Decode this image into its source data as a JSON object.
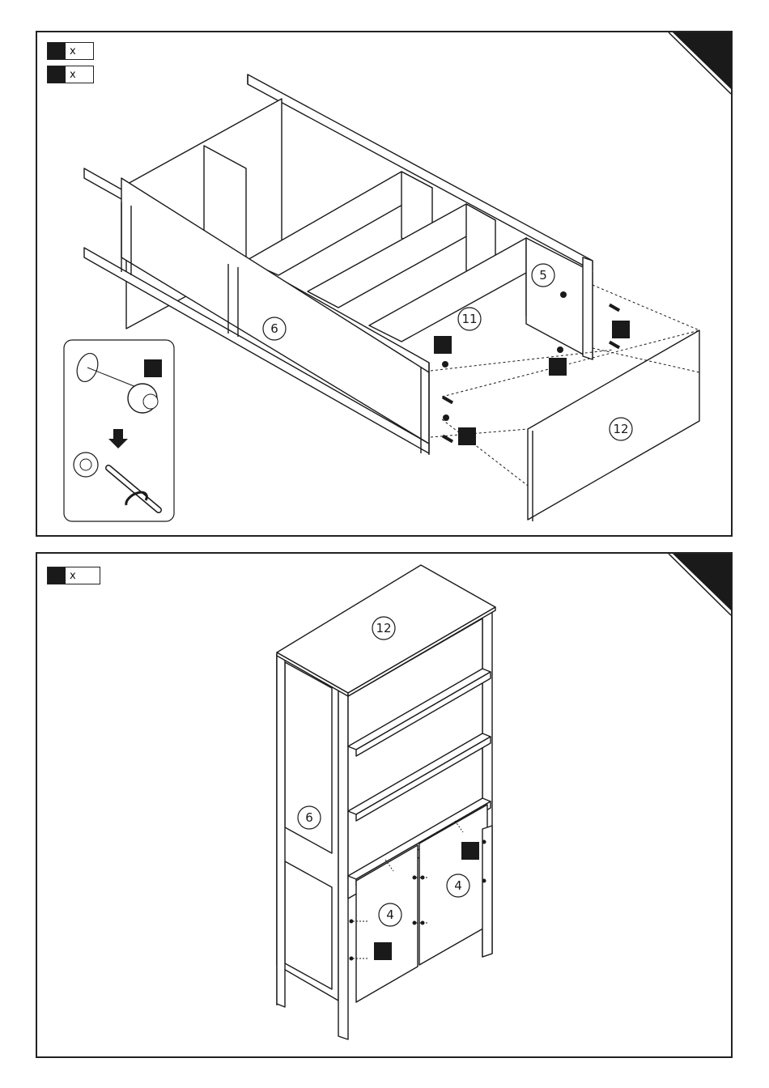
{
  "step1": {
    "qty_rows": [
      {
        "mult": "x"
      },
      {
        "mult": "x"
      }
    ],
    "part_labels": {
      "side_panel": "6",
      "back_panel": "5",
      "shelf": "11",
      "top_panel": "12"
    }
  },
  "step2": {
    "qty_rows": [
      {
        "mult": "x"
      }
    ],
    "part_labels": {
      "top_panel": "12",
      "side_panel": "6",
      "door_left": "4",
      "door_right": "4"
    }
  },
  "colors": {
    "line": "#1a1a1a",
    "badge": "#1a1a1a",
    "paper": "#ffffff"
  }
}
